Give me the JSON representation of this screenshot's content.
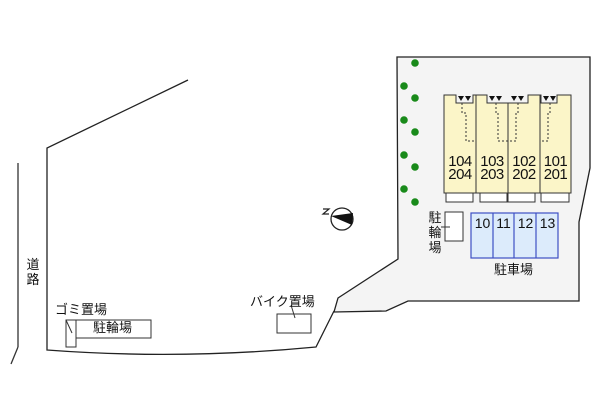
{
  "map": {
    "road_label": "道路",
    "garbage_label": "ゴミ置場",
    "bicycle_parking_left_label": "駐輪場",
    "bike_parking_label": "バイク置場",
    "bicycle_parking_right_label": "駐輪場",
    "car_parking_label": "駐車場",
    "north_marker": "N",
    "units": [
      {
        "ground": "104",
        "upper": "204"
      },
      {
        "ground": "103",
        "upper": "203"
      },
      {
        "ground": "102",
        "upper": "202"
      },
      {
        "ground": "101",
        "upper": "201"
      }
    ],
    "parking_spaces": [
      "10",
      "11",
      "12",
      "13"
    ],
    "colors": {
      "lot_fill": "#f4f4f4",
      "building_fill": "#fbf5c8",
      "parking_fill": "#dcebfb",
      "parking_border": "#3d4fc4",
      "tree": "#198a1a",
      "line": "#222222"
    }
  }
}
